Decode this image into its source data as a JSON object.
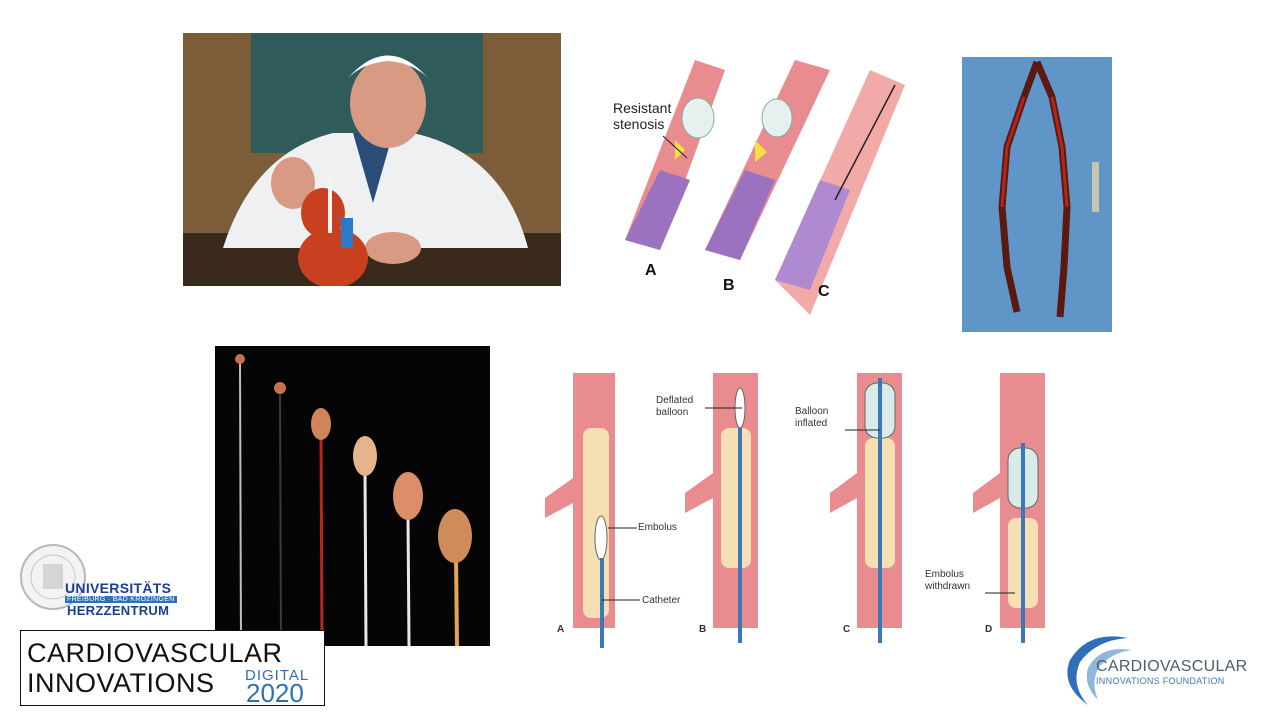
{
  "slide": {
    "background": "#ffffff",
    "accent": "#2f6fb8"
  },
  "images": {
    "surgeon_photo": "photo-surgeon",
    "clot_photo": "photo-clot",
    "catheters_photo": "photo-catheters"
  },
  "balloon_diagram": {
    "label_stenosis_line1": "Resistant",
    "label_stenosis_line2": "stenosis",
    "letter_a": "A",
    "letter_b": "B",
    "letter_c": "C"
  },
  "embolectomy_diagram": {
    "deflated_line1": "Deflated",
    "deflated_line2": "balloon",
    "inflated_line1": "Balloon",
    "inflated_line2": "inflated",
    "embolus": "Embolus",
    "catheter": "Catheter",
    "withdrawn_line1": "Embolus",
    "withdrawn_line2": "withdrawn",
    "letter_a": "A",
    "letter_b": "B",
    "letter_c": "C",
    "letter_d": "D"
  },
  "logos": {
    "university": {
      "title": "UNIVERSITÄTS",
      "subtitle": "FREIBURG · BAD KROZINGEN",
      "center": "HERZZENTRUM"
    },
    "cvi": {
      "line1": "CARDIOVASCULAR",
      "line2": "INNOVATIONS",
      "digital": "DIGITAL",
      "year": "2020"
    },
    "foundation": {
      "title": "CARDIOVASCULAR",
      "subtitle": "INNOVATIONS FOUNDATION"
    }
  }
}
